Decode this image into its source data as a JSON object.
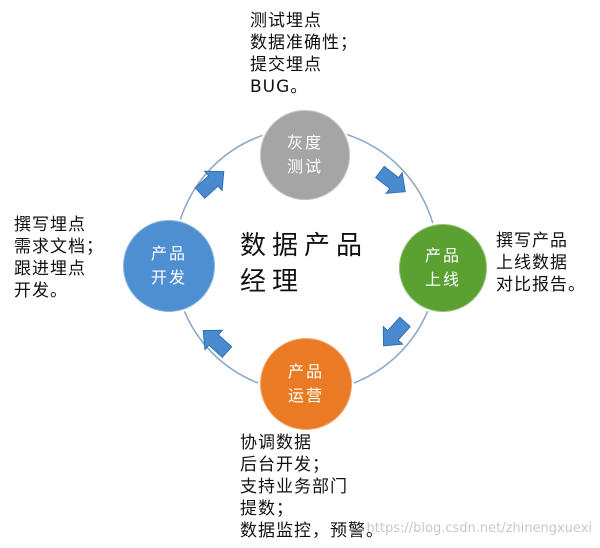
{
  "center_title": [
    "数据产品",
    "经理"
  ],
  "nodes": {
    "gray_test": {
      "lines": [
        "灰度",
        "测试"
      ],
      "color": "#a5a5a5"
    },
    "launch": {
      "lines": [
        "产品",
        "上线"
      ],
      "color": "#5aa132"
    },
    "operate": {
      "lines": [
        "产品",
        "运营"
      ],
      "color": "#ea7b24"
    },
    "develop": {
      "lines": [
        "产品",
        "开发"
      ],
      "color": "#4e8fd1"
    }
  },
  "notes": {
    "top": [
      "测试埋点",
      "数据准确性；",
      "提交埋点",
      "BUG。"
    ],
    "right": [
      "撰写产品",
      "上线数据",
      "对比报告。"
    ],
    "bottom": [
      "协调数据",
      "后台开发；",
      "支持业务部门",
      "提数；",
      "数据监控，预警。"
    ],
    "left": [
      "撰写埋点",
      "需求文档；",
      "跟进埋点",
      "开发。"
    ]
  },
  "watermark": "https://blog.csdn.net/zhinengxuexi",
  "colors": {
    "ring": "#8aa6c9",
    "arrow": "#4a8bd0",
    "arrow_edge": "#2f6fb5"
  }
}
